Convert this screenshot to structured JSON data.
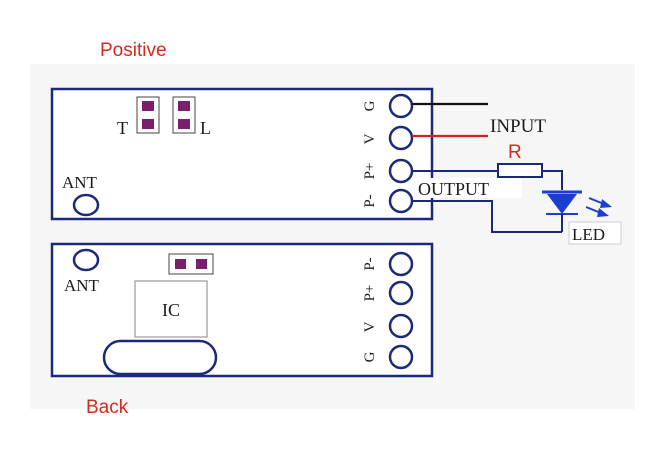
{
  "labels": {
    "positive": "Positive",
    "back": "Back",
    "input": "INPUT",
    "output": "OUTPUT",
    "resistor": "R",
    "led": "LED",
    "ic": "IC"
  },
  "front_board": {
    "jumper_left_label": "T",
    "jumper_right_label": "L",
    "antenna_label": "ANT",
    "pins": [
      "G",
      "V",
      "P+",
      "P-"
    ]
  },
  "back_board": {
    "antenna_label": "ANT",
    "pins": [
      "P-",
      "P+",
      "V",
      "G"
    ]
  },
  "colors": {
    "caption_red": "#d42a1e",
    "board_line": "#1a2a78",
    "pad_purple": "#7a1f6a",
    "wire_black": "#111111",
    "wire_red": "#d81e1e",
    "led_blue": "#1a3fd0"
  }
}
